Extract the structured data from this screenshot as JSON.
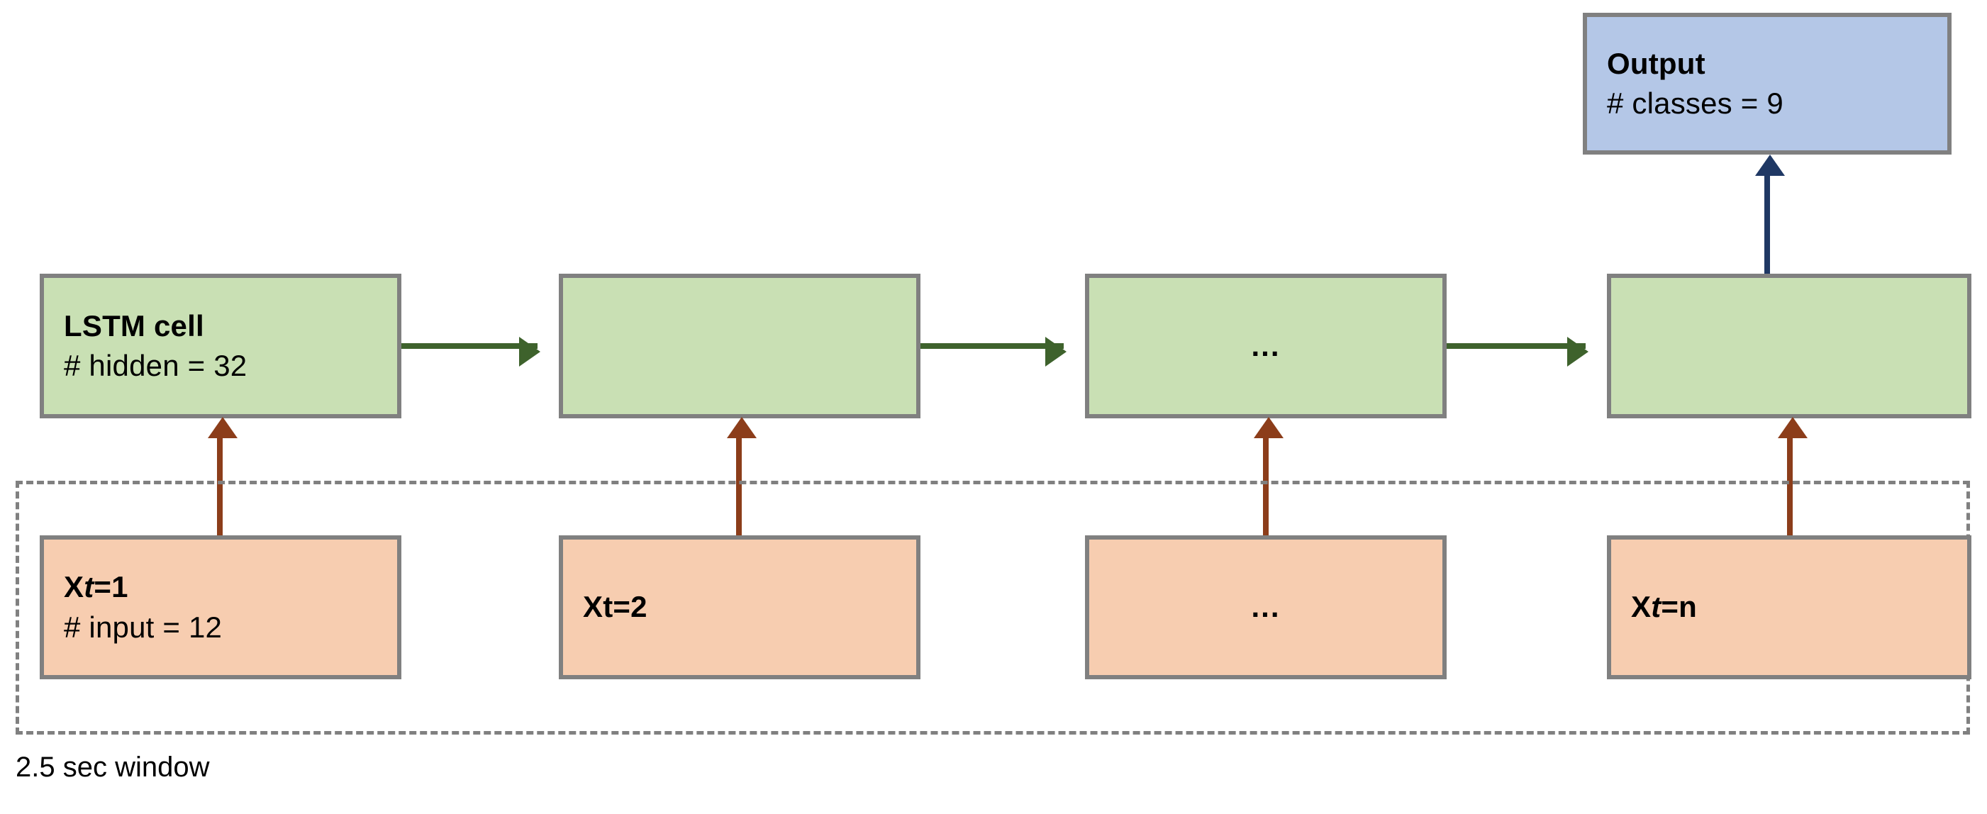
{
  "diagram": {
    "title": "LSTM sequence classification architecture",
    "colors": {
      "lstm_fill": "#c9e0b4",
      "input_fill": "#f7cdb0",
      "output_fill": "#b4c7e7",
      "box_border": "#808080",
      "recurrent_arrow": "#3e622c",
      "input_arrow": "#8c3d1a",
      "output_arrow": "#1f3864",
      "window_border": "#808080"
    },
    "output_node": {
      "line1": "Output",
      "line2": "# classes = 9"
    },
    "lstm_cells": [
      {
        "line1": "LSTM cell",
        "line2": "# hidden = 32",
        "ellipsis": ""
      },
      {
        "line1": "",
        "line2": "",
        "ellipsis": ""
      },
      {
        "line1": "",
        "line2": "",
        "ellipsis": "..."
      },
      {
        "line1": "",
        "line2": "",
        "ellipsis": ""
      }
    ],
    "input_nodes": [
      {
        "var_x": "X",
        "var_t": "t",
        "var_rest": "=1",
        "line2": "# input = 12",
        "ellipsis": ""
      },
      {
        "var_x": "X",
        "var_t": "t",
        "var_rest": "=2",
        "line2": "",
        "ellipsis": ""
      },
      {
        "var_x": "",
        "var_t": "",
        "var_rest": "",
        "line2": "",
        "ellipsis": "..."
      },
      {
        "var_x": "X",
        "var_t": "t",
        "var_rest": "=n",
        "line2": "",
        "ellipsis": ""
      }
    ],
    "window_label": "2.5 sec window"
  }
}
